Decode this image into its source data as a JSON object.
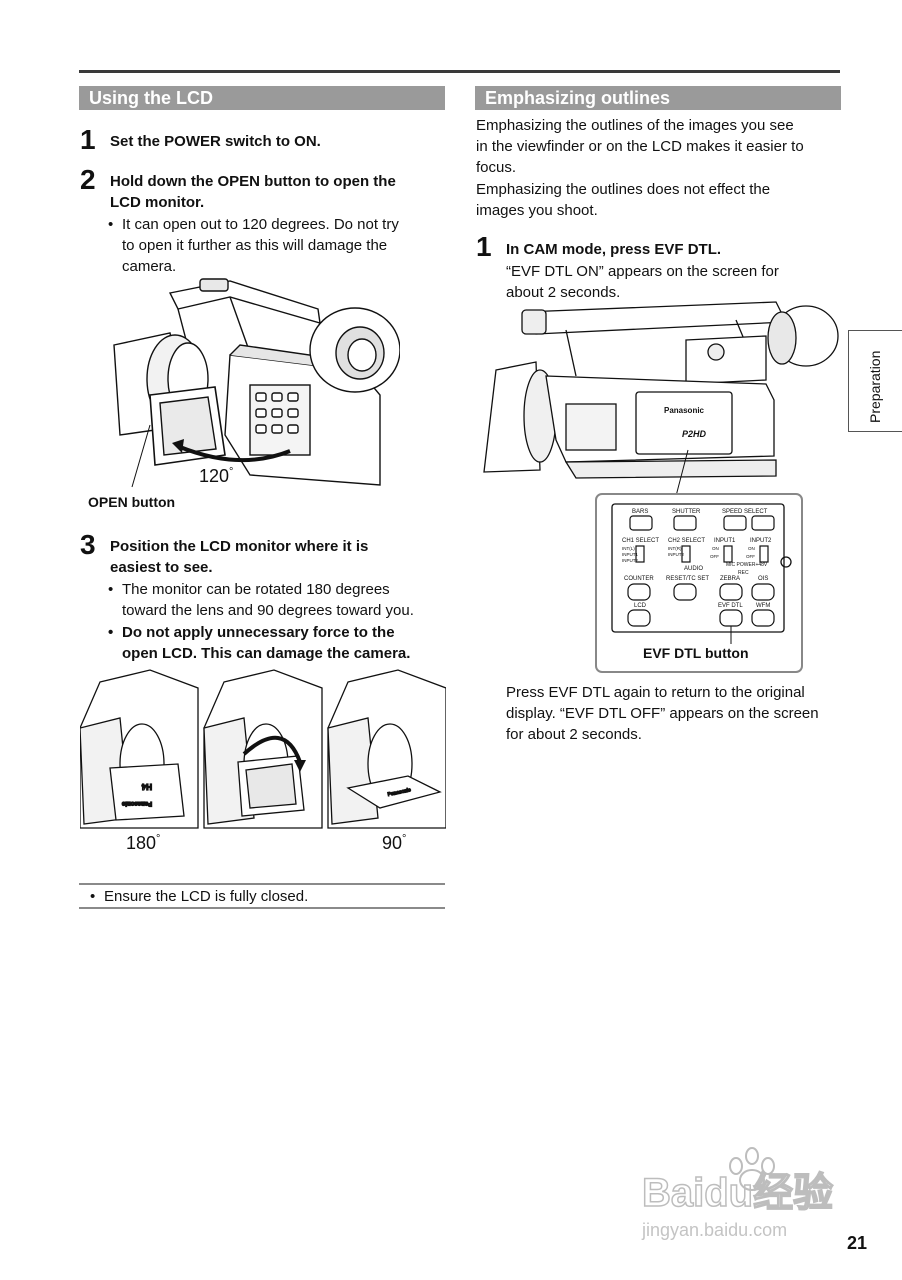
{
  "left": {
    "heading": "Using the LCD",
    "step1": {
      "num": "1",
      "title": "Set the POWER switch to ON."
    },
    "step2": {
      "num": "2",
      "title_l1": "Hold down the OPEN button to open the",
      "title_l2": "LCD monitor.",
      "bullet_l1": "It can open out to 120 degrees. Do not try",
      "bullet_l2": "to open it further as this will damage the",
      "bullet_l3": "camera."
    },
    "fig1": {
      "angle": "120",
      "deg": "°",
      "callout": "OPEN button"
    },
    "step3": {
      "num": "3",
      "title_l1": "Position the LCD monitor where it is",
      "title_l2": "easiest to see.",
      "bullet1_l1": "The monitor can be rotated 180 degrees",
      "bullet1_l2": "toward the lens and 90 degrees toward you.",
      "bullet2_l1": "Do not apply unnecessary force to the",
      "bullet2_l2": "open LCD. This can damage the camera."
    },
    "fig2": {
      "angle_a": "180",
      "angle_b": "90",
      "deg": "°",
      "brand": "Panasonic",
      "hd": "H4"
    },
    "note": "Ensure the LCD is fully closed."
  },
  "right": {
    "heading": "Emphasizing outlines",
    "intro_l1": "Emphasizing the outlines of the images you see",
    "intro_l2": "in the viewfinder or on the LCD makes it easier to",
    "intro_l3": "focus.",
    "intro_l4": "Emphasizing the outlines does not effect the",
    "intro_l5": "images you shoot.",
    "step1": {
      "num": "1",
      "title": "In CAM mode, press EVF DTL.",
      "body_l1": "“EVF DTL ON” appears on the screen for",
      "body_l2": "about 2 seconds."
    },
    "fig3": {
      "brand": "Panasonic",
      "logo": "P2HD",
      "panel": {
        "bars": "BARS",
        "shutter": "SHUTTER",
        "speed_select": "SPEED SELECT",
        "ch1_select": "CH1 SELECT",
        "ch2_select": "CH2 SELECT",
        "input1": "INPUT1",
        "input2": "INPUT2",
        "int_l": "INT(L)",
        "int_r": "INT(R)",
        "input1_opt": "INPUT1",
        "input2_opt": "INPUT2",
        "on": "ON",
        "off": "OFF",
        "audio": "AUDIO",
        "mic_power": "MIC POWER+48V",
        "rec": "REC",
        "counter": "COUNTER",
        "reset_tc_set": "RESET/TC SET",
        "zebra": "ZEBRA",
        "ois": "OIS",
        "lcd": "LCD",
        "evf_dtl": "EVF DTL",
        "wfm": "WFM"
      },
      "callout": "EVF DTL button"
    },
    "after_l1": "Press EVF DTL again to return to the original",
    "after_l2": "display. “EVF DTL OFF” appears on the screen",
    "after_l3": "for about 2 seconds."
  },
  "side_tab": "Preparation",
  "page_number": "21",
  "watermark": {
    "brand": "Baidu经验",
    "url": "jingyan.baidu.com"
  }
}
